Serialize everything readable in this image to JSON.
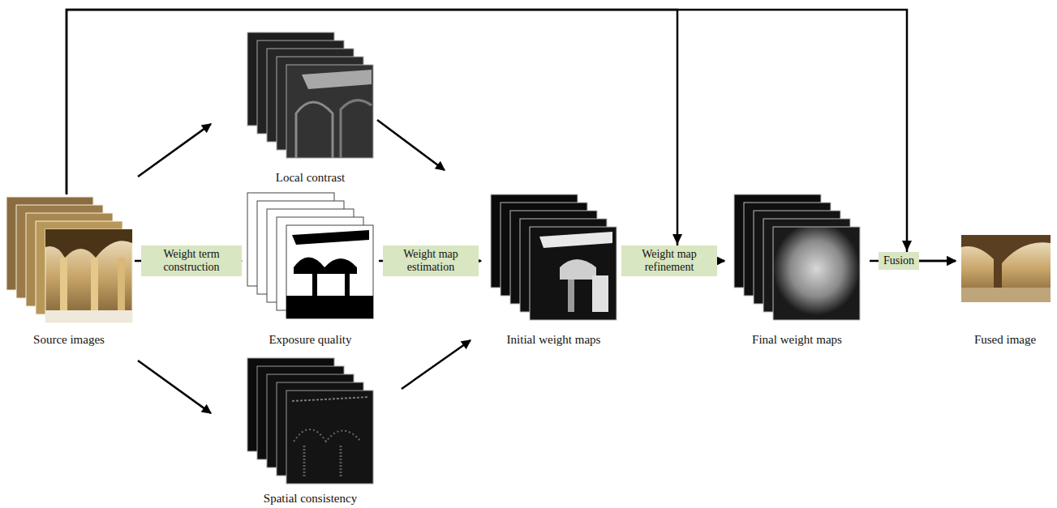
{
  "diagram": {
    "nodes": [
      {
        "text": [
          "Source images"
        ]
      },
      {
        "text": [
          "Local contrast"
        ]
      },
      {
        "text": [
          "Exposure quality"
        ]
      },
      {
        "text": [
          "Spatial consistency"
        ]
      },
      {
        "text": [
          "Initial weight maps"
        ]
      },
      {
        "text": [
          "Final weight maps"
        ]
      },
      {
        "text": [
          "Fused image"
        ]
      }
    ],
    "edges": [
      {
        "from": 0,
        "to": 1,
        "arrow": "to"
      },
      {
        "from": 0,
        "to": 2,
        "label": "Weight term construction",
        "arrow": "to"
      },
      {
        "from": 0,
        "to": 3,
        "arrow": "to"
      },
      {
        "from": 1,
        "to": 4,
        "arrow": "to"
      },
      {
        "from": 2,
        "to": 4,
        "label": "Weight map estimation",
        "arrow": "to"
      },
      {
        "from": 3,
        "to": 4,
        "arrow": "to"
      },
      {
        "from": 4,
        "to": 5,
        "label": "Weight map refinement",
        "arrow": "to"
      },
      {
        "from": 5,
        "to": 6,
        "label": "Fusion",
        "arrow": "to"
      },
      {
        "from": 0,
        "to": 5,
        "arrow": "to"
      },
      {
        "from": 0,
        "to": 6,
        "arrow": "to"
      }
    ]
  }
}
